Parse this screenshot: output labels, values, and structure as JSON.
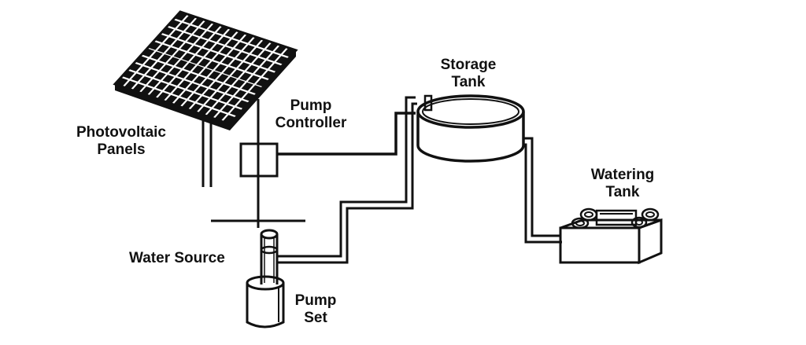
{
  "diagram": {
    "labels": {
      "photovoltaic_panels": [
        "Photovoltaic",
        "Panels"
      ],
      "pump_controller": [
        "Pump",
        "Controller"
      ],
      "storage_tank": [
        "Storage",
        "Tank"
      ],
      "watering_tank": [
        "Watering",
        "Tank"
      ],
      "water_source": "Water Source",
      "pump_set": [
        "Pump",
        "Set"
      ]
    },
    "colors": {
      "ink": "#111111",
      "background": "#ffffff"
    }
  }
}
